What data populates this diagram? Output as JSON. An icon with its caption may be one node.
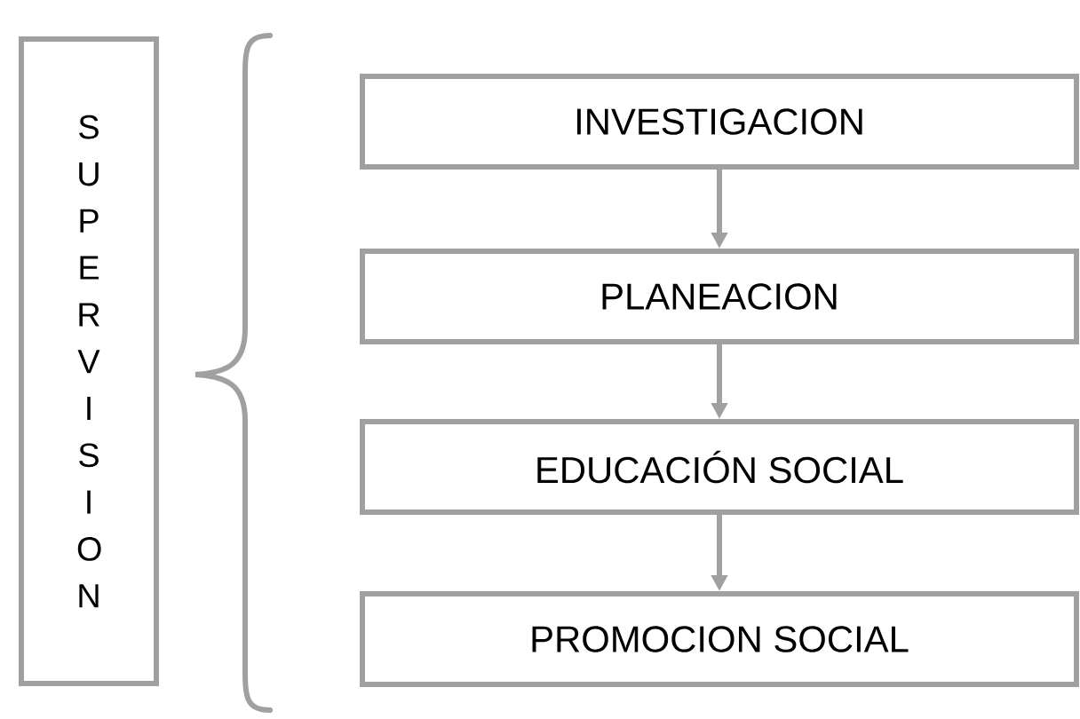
{
  "diagram": {
    "nodes": [
      {
        "text": [
          "SUPERVISION"
        ]
      },
      {
        "text": [
          "INVESTIGACION"
        ]
      },
      {
        "text": [
          "PLANEACION"
        ]
      },
      {
        "text": [
          "EDUCACIÓN SOCIAL"
        ]
      },
      {
        "text": [
          "PROMOCION SOCIAL"
        ]
      }
    ],
    "edges": [
      {
        "from": 1,
        "to": 2,
        "arrow": "to"
      },
      {
        "from": 2,
        "to": 3,
        "arrow": "to"
      },
      {
        "from": 3,
        "to": 4,
        "arrow": "to"
      }
    ]
  }
}
